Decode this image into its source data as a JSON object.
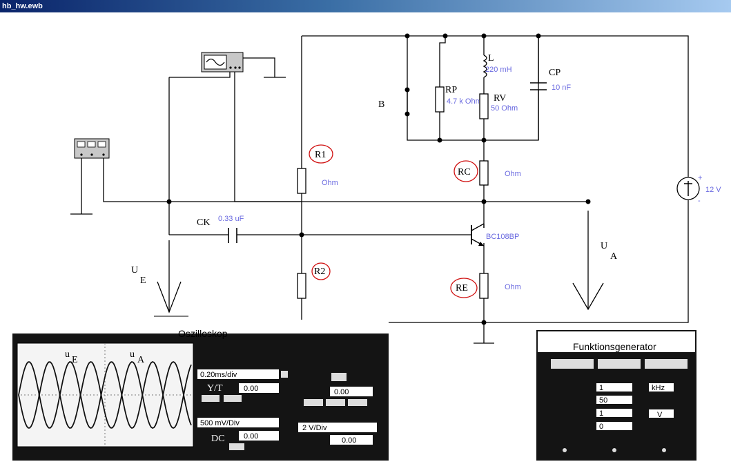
{
  "window": {
    "title": "hb_hw.ewb"
  },
  "components": {
    "B": "B",
    "RP": {
      "label": "RP",
      "value": "4.7 k Ohm"
    },
    "L": {
      "label": "L",
      "value": "220 mH"
    },
    "RV": {
      "label": "RV",
      "value": "50  Ohm"
    },
    "CP": {
      "label": "CP",
      "value": "10 nF"
    },
    "R1": {
      "label": "R1",
      "value": "Ohm"
    },
    "RC": {
      "label": "RC",
      "value": "Ohm"
    },
    "CK": {
      "label": "CK",
      "value": "0.33 uF"
    },
    "transistor": {
      "value": "BC108BP"
    },
    "R2": {
      "label": "R2"
    },
    "RE": {
      "label": "RE",
      "value": "Ohm"
    },
    "source": {
      "value": "12 V",
      "plus": "+",
      "minus": "-"
    },
    "UE": {
      "main": "U",
      "sub": "E"
    },
    "UA": {
      "main": "U",
      "sub": "A"
    }
  },
  "oscilloscope": {
    "title": "Oszilloskop",
    "trace_e": {
      "main": "u",
      "sub": "E"
    },
    "trace_a": {
      "main": "u",
      "sub": "A"
    },
    "timebase": "0.20ms/div",
    "mode": "Y/T",
    "x_pos": "0.00",
    "trigger_level": "0.00",
    "ch_a_scale": "500 mV/Div",
    "coupling": "DC",
    "ch_a_pos": "0.00",
    "ch_b_scale": "2  V/Div",
    "ch_b_pos": "0.00"
  },
  "function_generator": {
    "title": "Funktionsgenerator",
    "frequency": "1",
    "freq_unit": "kHz",
    "duty": "50",
    "amplitude": "1",
    "amp_unit": "V",
    "offset": "0"
  },
  "colors": {
    "annotation": "#d01010",
    "value_text": "#6a6ae0",
    "titlebar": "#0a246a"
  }
}
